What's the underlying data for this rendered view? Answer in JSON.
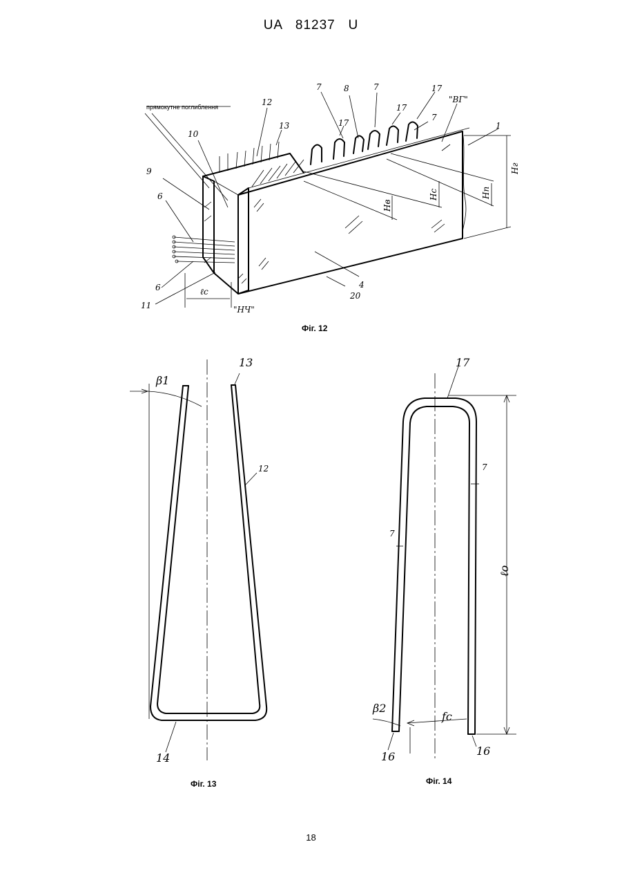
{
  "header": {
    "doc_number": "UA   81237   U"
  },
  "figure12": {
    "caption": "Фіг. 12",
    "note_label": "прямокутне поглиблення",
    "labels": {
      "l1": "1",
      "l4": "4",
      "l6a": "6",
      "l6b": "6",
      "l7a": "7",
      "l7b": "7",
      "l7c": "7",
      "l8": "8",
      "l9": "9",
      "l10": "10",
      "l11": "11",
      "l12": "12",
      "l13": "13",
      "l17a": "17",
      "l17b": "17",
      "l17c": "17",
      "l20": "20",
      "vg": "\"ВГ\"",
      "nch": "\"НЧ\"",
      "lc": "ℓc",
      "hv": "Hв",
      "hc": "Hc",
      "hp": "Hп",
      "hg": "Hг"
    }
  },
  "figure13": {
    "caption": "Фіг. 13",
    "labels": {
      "beta1": "β1",
      "l12": "12",
      "l13": "13",
      "l14": "14"
    }
  },
  "figure14": {
    "caption": "Фіг. 14",
    "labels": {
      "l17": "17",
      "l7a": "7",
      "l7b": "7",
      "lo": "ℓo",
      "beta2": "β2",
      "fc": "fc",
      "l16a": "16",
      "l16b": "16"
    }
  },
  "page_number": "18"
}
